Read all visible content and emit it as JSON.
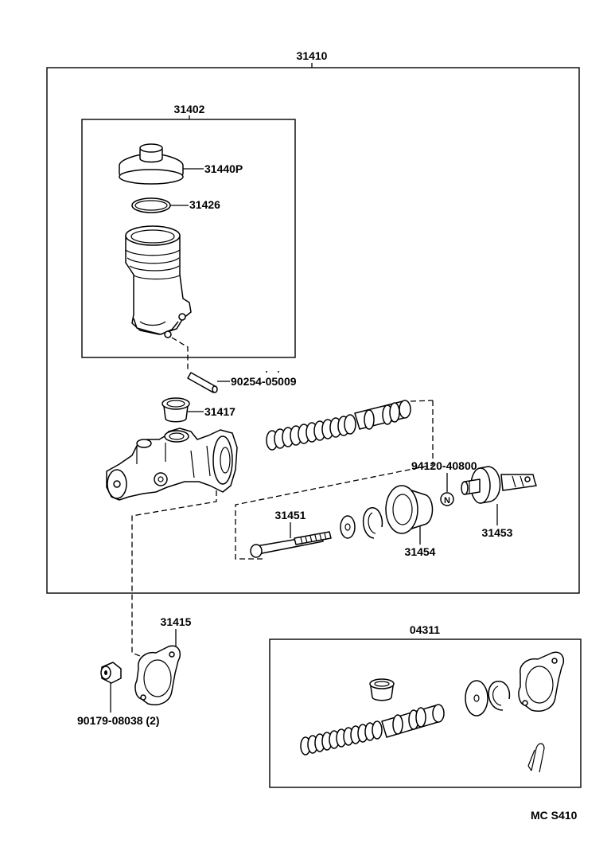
{
  "labels": {
    "assembly": "31410",
    "reservoir_sub": "31402",
    "cap": "31440P",
    "gasket": "31426",
    "pin": "90254-05009",
    "grommet": "31417",
    "nut_n": "94120-40800",
    "pushrod": "31451",
    "clevis": "31453",
    "boot": "31454",
    "flange_gasket": "31415",
    "nut": "90179-08038 (2)",
    "kit": "04311",
    "n_mark": "N",
    "code": "MC  S410"
  }
}
